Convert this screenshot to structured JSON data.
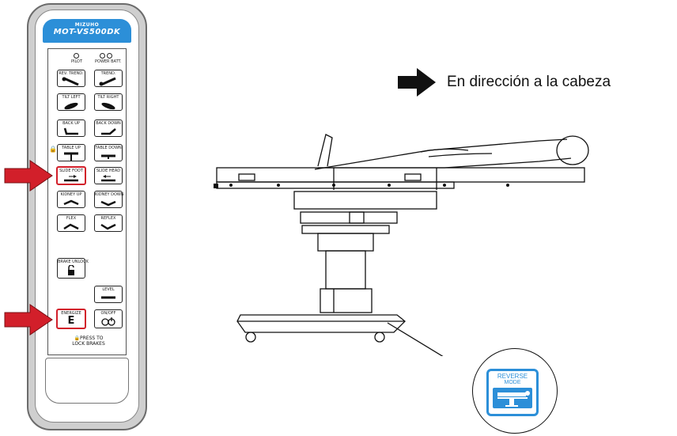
{
  "remote": {
    "brand": "MIZUHO",
    "model": "MOT-VS500DK",
    "indicators": [
      "PILOT",
      "POWER BATT."
    ],
    "keys": {
      "rev_trend": "REV. TREND.",
      "trend": "TREND.",
      "tilt_left": "TILT LEFT",
      "tilt_right": "TILT RIGHT",
      "back_up": "BACK UP",
      "back_down": "BACK DOWN",
      "table_up": "TABLE UP",
      "table_down": "TABLE DOWN",
      "slide_foot": "SLIDE FOOT",
      "slide_head": "SLIDE HEAD",
      "kidney_up": "KIDNEY UP",
      "kidney_down": "KIDNEY DOWN",
      "flex": "FLEX",
      "reflex": "REFLEX",
      "brake_unlock": "BRAKE UNLOCK",
      "level": "LEVEL",
      "energize": "ENERGIZE",
      "energize_letter": "E",
      "on_off": "ON/OFF"
    },
    "lock_note_line1": "PRESS TO",
    "lock_note_line2": "LOCK BRAKES",
    "highlighted_keys": [
      "SLIDE FOOT",
      "ENERGIZE"
    ],
    "highlight_color": "#d21f2a",
    "accent_color": "#2c8fd8"
  },
  "direction_caption": "En dirección a la cabeza",
  "mode_badge": {
    "line1": "REVERSE",
    "line2": "MODE",
    "icon": "reverse-mode-table-icon"
  },
  "icons": [
    "red-arrow-icon",
    "black-arrow-icon",
    "lock-icon",
    "operating-table-illustration"
  ]
}
